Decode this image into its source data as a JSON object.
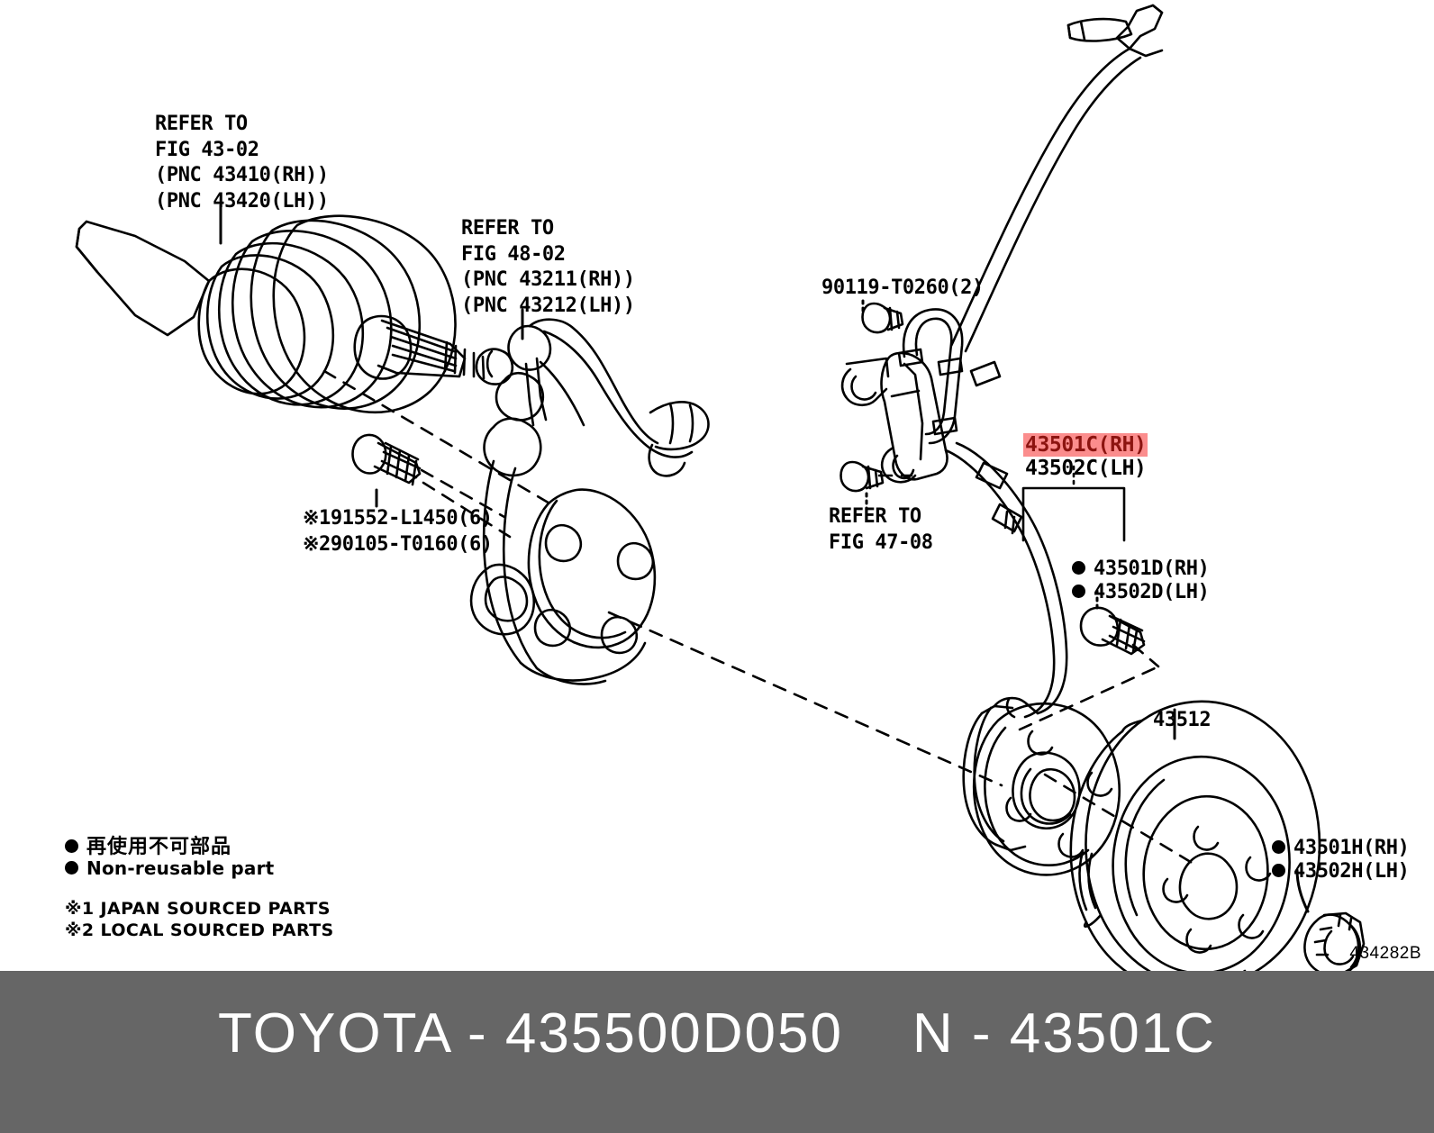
{
  "diagram": {
    "id_code": "434282B",
    "callouts": [
      {
        "id": "refer-43-02",
        "text": "REFER TO\nFIG 43-02\n(PNC 43410(RH))\n(PNC 43420(LH))"
      },
      {
        "id": "refer-48-02",
        "text": "REFER TO\nFIG 48-02\n(PNC 43211(RH))\n(PNC 43212(LH))"
      },
      {
        "id": "bolt-set",
        "text": "※191552-L1450(6)\n※290105-T0160(6)"
      },
      {
        "id": "sensor-bolt",
        "text": "90119-T0260(2)"
      },
      {
        "id": "refer-47-08",
        "text": "REFER TO\nFIG 47-08"
      },
      {
        "id": "hub-highlight-rh",
        "text": "43501C(RH)"
      },
      {
        "id": "hub-lh",
        "text": "43502C(LH)"
      },
      {
        "id": "hub-bolt-rh",
        "text": "43501D(RH)"
      },
      {
        "id": "hub-bolt-lh",
        "text": "43502D(LH)"
      },
      {
        "id": "rotor",
        "text": "43512"
      },
      {
        "id": "nut-rh",
        "text": "43501H(RH)"
      },
      {
        "id": "nut-lh",
        "text": "43502H(LH)"
      }
    ]
  },
  "legend": {
    "non_reusable_jp": "再使用不可部品",
    "non_reusable_en": "Non-reusable part",
    "source_1": "※1 JAPAN SOURCED PARTS",
    "source_2": "※2 LOCAL SOURCED PARTS"
  },
  "footer": {
    "text": "TOYOTA - 435500D050    N - 43501C",
    "background": "#666666",
    "text_color": "#ffffff"
  },
  "colors": {
    "highlight_bg": "#fb8d8d",
    "highlight_text": "#8c1410",
    "line": "#000000"
  }
}
